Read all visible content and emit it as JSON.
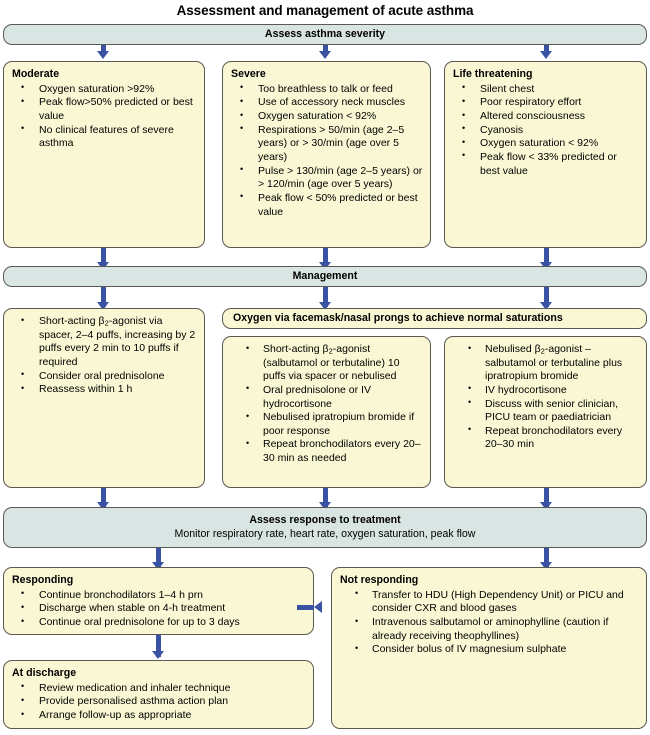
{
  "title": "Assessment and management of acute asthma",
  "colors": {
    "band_fill": "#d8e5e3",
    "box_fill": "#faf8d4",
    "border": "#5a5a52",
    "arrow": "#3a52a4",
    "text": "#000000"
  },
  "bands": {
    "assess_severity": "Assess asthma severity",
    "management": "Management",
    "assess_response_line1": "Assess response to treatment",
    "assess_response_line2": "Monitor respiratory rate, heart rate, oxygen saturation, peak flow"
  },
  "severity": [
    {
      "heading": "Moderate",
      "items": [
        "Oxygen saturation >92%",
        "Peak flow>50% predicted or best value",
        "No clinical features of severe asthma"
      ]
    },
    {
      "heading": "Severe",
      "items": [
        "Too breathless to talk or feed",
        "Use of accessory neck muscles",
        "Oxygen saturation < 92%",
        "Respirations > 50/min (age 2–5 years) or > 30/min (age over 5 years)",
        "Pulse > 130/min (age 2–5 years) or > 120/min (age over 5 years)",
        "Peak flow < 50% predicted or best value"
      ]
    },
    {
      "heading": "Life threatening",
      "items": [
        "Silent chest",
        "Poor respiratory effort",
        "Altered consciousness",
        "Cyanosis",
        "Oxygen saturation < 92%",
        "Peak flow < 33% predicted or best value"
      ]
    }
  ],
  "management": {
    "moderate_items_html": [
      "Short-acting β<sub>2</sub>-agonist via spacer, 2–4 puffs, increasing by 2 puffs every 2 min to 10 puffs if required",
      "Consider oral prednisolone",
      "Reassess within 1 h"
    ],
    "oxygen_bar": "Oxygen via facemask/nasal prongs to achieve normal saturations",
    "severe_items_html": [
      "Short-acting β<sub>2</sub>-agonist (salbutamol or terbutaline) 10 puffs via spacer or nebulised",
      "Oral prednisolone or IV hydrocortisone",
      "Nebulised ipratropium bromide if poor response",
      "Repeat bronchodilators every 20–30 min as needed"
    ],
    "life_threatening_items_html": [
      "Nebulised β<sub>2</sub>-agonist – salbutamol or terbutaline plus ipratropium bromide",
      "IV hydrocortisone",
      "Discuss with senior clinician, PICU team or paediatrician",
      "Repeat bronchodilators every 20–30 min"
    ]
  },
  "outcome": {
    "responding": {
      "heading": "Responding",
      "items": [
        "Continue bronchodilators 1–4 h prn",
        "Discharge when stable on 4-h treatment",
        "Continue oral prednisolone for up to 3 days"
      ]
    },
    "not_responding": {
      "heading": "Not responding",
      "items": [
        "Transfer to HDU (High Dependency Unit) or PICU and consider CXR and blood gases",
        "Intravenous salbutamol or aminophylline (caution if already receiving theophyllines)",
        "Consider bolus of IV magnesium sulphate"
      ]
    },
    "at_discharge": {
      "heading": "At discharge",
      "items": [
        "Review medication and inhaler technique",
        "Provide personalised asthma action plan",
        "Arrange follow-up as appropriate"
      ]
    }
  }
}
